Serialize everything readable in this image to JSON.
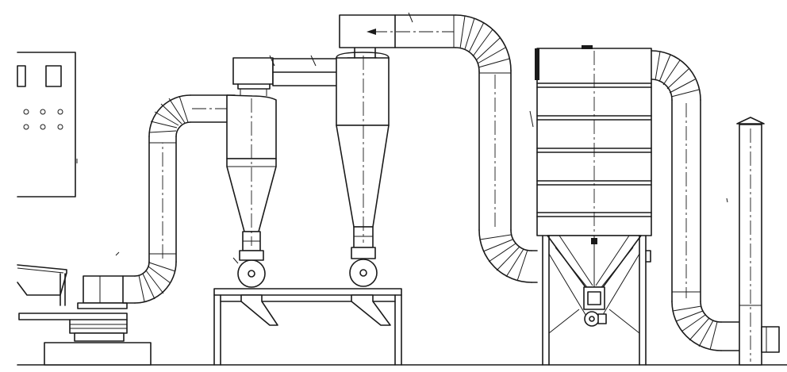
{
  "diagram": {
    "type": "process-flow-line-drawing",
    "components": [
      "control-cabinet",
      "feed-hopper",
      "grinding-mill",
      "elbow-duct-1",
      "primary-cyclone",
      "crossover-duct",
      "secondary-cyclone",
      "overhead-duct",
      "pulse-bag-filter",
      "rotary-valve",
      "outlet-duct",
      "exhaust-fan",
      "chimney-stack",
      "support-frame"
    ],
    "colors": {
      "line": "#1a1a1a",
      "background": "#ffffff"
    }
  }
}
